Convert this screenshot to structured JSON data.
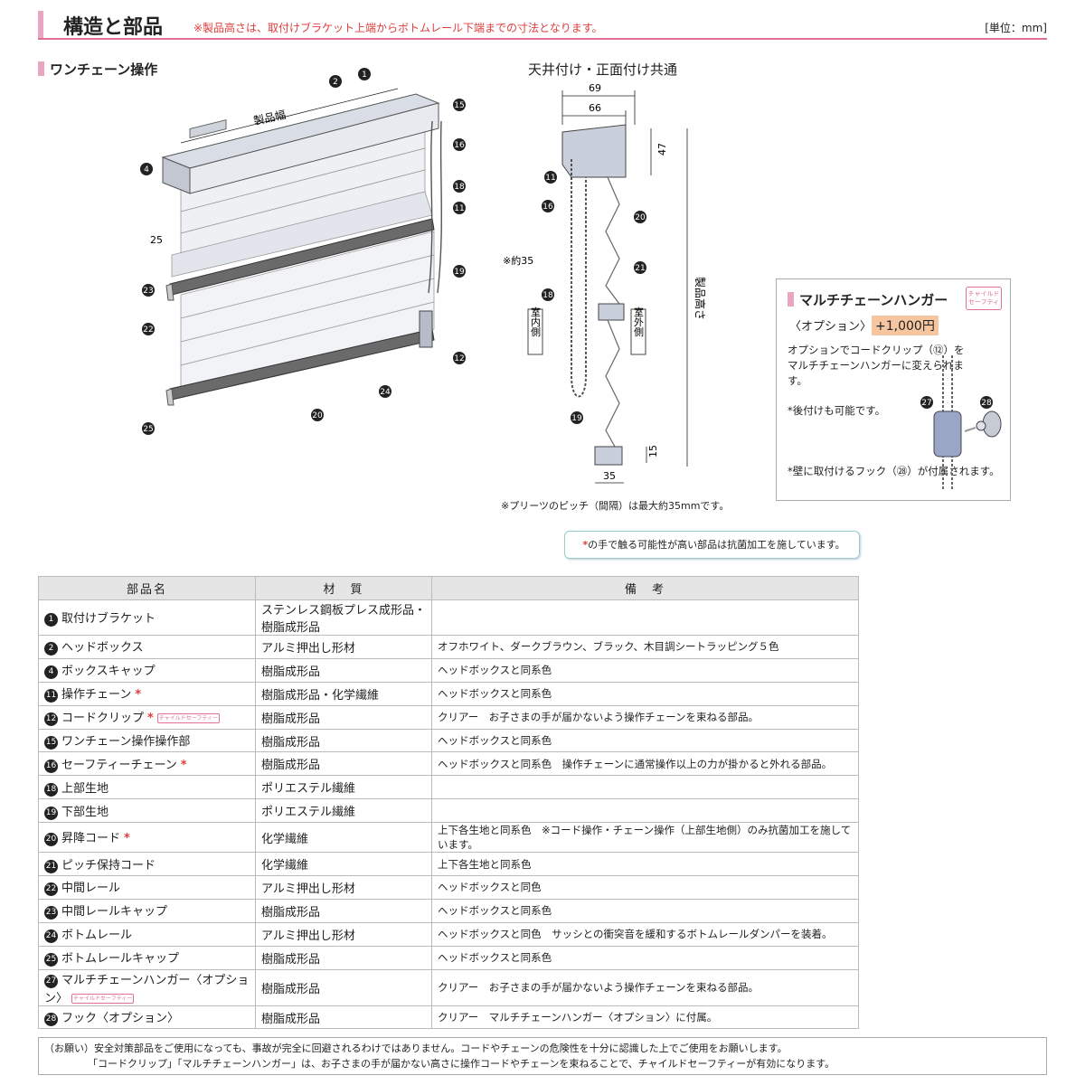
{
  "header": {
    "title": "構造と部品",
    "note": "※製品高さは、取付けブラケット上端からボトムレール下端までの寸法となります。",
    "unit": "[単位：mm]"
  },
  "left_section": {
    "title": "ワンチェーン操作",
    "width_label": "製品幅",
    "dim_25": "25"
  },
  "mid_section": {
    "title": "天井付け・正面付け共通",
    "dim_69": "69",
    "dim_66": "66",
    "dim_47": "47",
    "dim_35b": "35",
    "dim_15": "15",
    "about35": "※約35",
    "indoor": "室内側",
    "outdoor": "室外側",
    "height_label": "製品高さ",
    "pitch_note": "※プリーツのピッチ（間隔）は最大約35mmです。"
  },
  "labels": {
    "n1": "1",
    "n2": "2",
    "n4": "4",
    "n11": "11",
    "n12": "12",
    "n15": "15",
    "n16": "16",
    "n18": "18",
    "n19": "19",
    "n20": "20",
    "n21": "21",
    "n22": "22",
    "n23": "23",
    "n24": "24",
    "n25": "25",
    "n27": "27",
    "n28": "28"
  },
  "option": {
    "title": "マルチチェーンハンガー",
    "badge": "チャイルドセーフティー",
    "sub": "〈オプション〉",
    "price": "+1,000円",
    "desc": "オプションでコードクリップ（⑫）をマルチチェーンハンガーに変えられます。",
    "note1": "*後付けも可能です。",
    "note2": "*壁に取付けるフック（㉘）が付属されます。"
  },
  "antibacterial": {
    "star": "*",
    "text": "の手で触る可能性が高い部品は抗菌加工を施しています。"
  },
  "table": {
    "headers": [
      "部品名",
      "材　質",
      "備　考"
    ],
    "rows": [
      {
        "num": "1",
        "name": "取付けブラケット",
        "star": "",
        "badge": "",
        "mat": "ステンレス鋼板プレス成形品・樹脂成形品",
        "rem": ""
      },
      {
        "num": "2",
        "name": "ヘッドボックス",
        "star": "",
        "badge": "",
        "mat": "アルミ押出し形材",
        "rem": "オフホワイト、ダークブラウン、ブラック、木目調シートラッピング５色"
      },
      {
        "num": "4",
        "name": "ボックスキャップ",
        "star": "",
        "badge": "",
        "mat": "樹脂成形品",
        "rem": "ヘッドボックスと同系色"
      },
      {
        "num": "11",
        "name": "操作チェーン",
        "star": "*",
        "badge": "",
        "mat": "樹脂成形品・化学繊維",
        "rem": "ヘッドボックスと同系色"
      },
      {
        "num": "12",
        "name": "コードクリップ",
        "star": "*",
        "badge": "チャイルドセーフティー",
        "mat": "樹脂成形品",
        "rem": "クリアー　お子さまの手が届かないよう操作チェーンを束ねる部品。"
      },
      {
        "num": "15",
        "name": "ワンチェーン操作操作部",
        "star": "",
        "badge": "",
        "mat": "樹脂成形品",
        "rem": "ヘッドボックスと同系色"
      },
      {
        "num": "16",
        "name": "セーフティーチェーン",
        "star": "*",
        "badge": "",
        "mat": "樹脂成形品",
        "rem": "ヘッドボックスと同系色　操作チェーンに通常操作以上の力が掛かると外れる部品。"
      },
      {
        "num": "18",
        "name": "上部生地",
        "star": "",
        "badge": "",
        "mat": "ポリエステル繊維",
        "rem": ""
      },
      {
        "num": "19",
        "name": "下部生地",
        "star": "",
        "badge": "",
        "mat": "ポリエステル繊維",
        "rem": ""
      },
      {
        "num": "20",
        "name": "昇降コード",
        "star": "*",
        "badge": "",
        "mat": "化学繊維",
        "rem": "上下各生地と同系色　※コード操作・チェーン操作（上部生地側）のみ抗菌加工を施しています。"
      },
      {
        "num": "21",
        "name": "ピッチ保持コード",
        "star": "",
        "badge": "",
        "mat": "化学繊維",
        "rem": "上下各生地と同系色"
      },
      {
        "num": "22",
        "name": "中間レール",
        "star": "",
        "badge": "",
        "mat": "アルミ押出し形材",
        "rem": "ヘッドボックスと同色"
      },
      {
        "num": "23",
        "name": "中間レールキャップ",
        "star": "",
        "badge": "",
        "mat": "樹脂成形品",
        "rem": "ヘッドボックスと同系色"
      },
      {
        "num": "24",
        "name": "ボトムレール",
        "star": "",
        "badge": "",
        "mat": "アルミ押出し形材",
        "rem": "ヘッドボックスと同色　サッシとの衝突音を緩和するボトムレールダンパーを装着。"
      },
      {
        "num": "25",
        "name": "ボトムレールキャップ",
        "star": "",
        "badge": "",
        "mat": "樹脂成形品",
        "rem": "ヘッドボックスと同系色"
      },
      {
        "num": "27",
        "name": "マルチチェーンハンガー〈オプション〉",
        "star": "",
        "badge": "チャイルドセーフティー",
        "mat": "樹脂成形品",
        "rem": "クリアー　お子さまの手が届かないよう操作チェーンを束ねる部品。"
      },
      {
        "num": "28",
        "name": "フック〈オプション〉",
        "star": "",
        "badge": "",
        "mat": "樹脂成形品",
        "rem": "クリアー　マルチチェーンハンガー〈オプション〉に付属。"
      }
    ]
  },
  "footer": {
    "line1": "（お願い）安全対策部品をご使用になっても、事故が完全に回避されるわけではありません。コードやチェーンの危険性を十分に認識した上でご使用をお願いします。",
    "line2": "「コードクリップ」「マルチチェーンハンガー」は、お子さまの手が届かない高さに操作コードやチェーンを束ねることで、チャイルドセーフティーが有効になります。"
  }
}
